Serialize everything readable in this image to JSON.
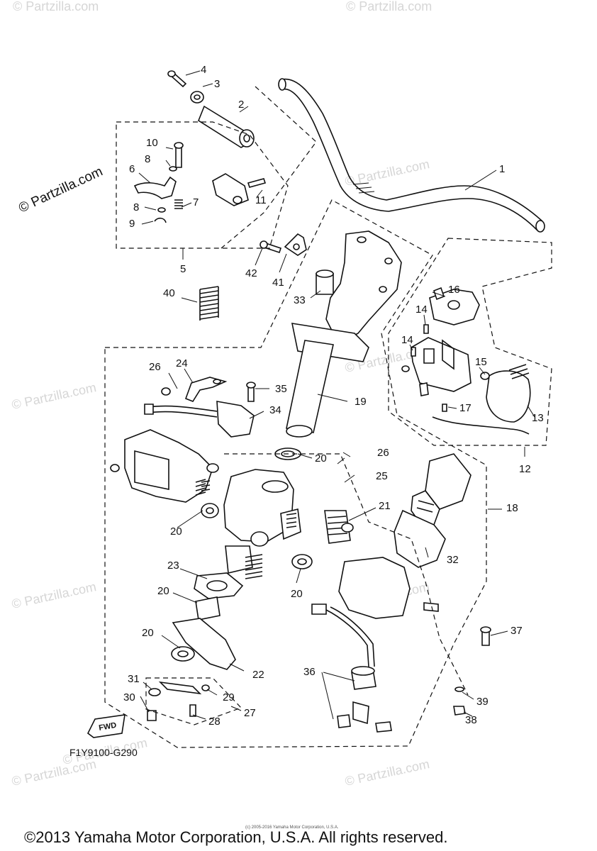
{
  "watermark": "© Partzilla.com",
  "diagram_code": "F1Y9100-G290",
  "fwd_label": "FWD",
  "copyright": "©2013 Yamaha Motor Corporation, U.S.A. All rights reserved.",
  "small_copyright": "(c) 2005-2016 Yamaha Motor Corporation, U.S.A.",
  "callouts": {
    "c1": "1",
    "c2": "2",
    "c3": "3",
    "c4": "4",
    "c5": "5",
    "c6": "6",
    "c7": "7",
    "c8a": "8",
    "c8b": "8",
    "c9": "9",
    "c10": "10",
    "c11": "11",
    "c12": "12",
    "c13": "13",
    "c14a": "14",
    "c14b": "14",
    "c15": "15",
    "c16": "16",
    "c17": "17",
    "c18": "18",
    "c19": "19",
    "c20a": "20",
    "c20b": "20",
    "c20c": "20",
    "c20d": "20",
    "c20e": "20",
    "c21": "21",
    "c22": "22",
    "c23": "23",
    "c24": "24",
    "c25": "25",
    "c26a": "26",
    "c26b": "26",
    "c27": "27",
    "c28": "28",
    "c29": "29",
    "c30": "30",
    "c31": "31",
    "c32": "32",
    "c33": "33",
    "c34": "34",
    "c35": "35",
    "c36": "36",
    "c37": "37",
    "c38": "38",
    "c39": "39",
    "c40": "40",
    "c41": "41",
    "c42": "42"
  }
}
